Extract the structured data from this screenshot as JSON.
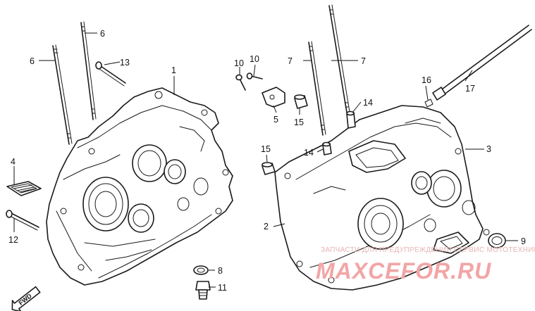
{
  "callouts": [
    {
      "id": "c1",
      "text": "1"
    },
    {
      "id": "c2",
      "text": "2"
    },
    {
      "id": "c3",
      "text": "3"
    },
    {
      "id": "c4",
      "text": "4"
    },
    {
      "id": "c5",
      "text": "5"
    },
    {
      "id": "c6a",
      "text": "6"
    },
    {
      "id": "c6b",
      "text": "6"
    },
    {
      "id": "c7a",
      "text": "7"
    },
    {
      "id": "c7b",
      "text": "7"
    },
    {
      "id": "c8",
      "text": "8"
    },
    {
      "id": "c9",
      "text": "9"
    },
    {
      "id": "c10a",
      "text": "10"
    },
    {
      "id": "c10b",
      "text": "10"
    },
    {
      "id": "c11",
      "text": "11"
    },
    {
      "id": "c12",
      "text": "12"
    },
    {
      "id": "c13",
      "text": "13"
    },
    {
      "id": "c14a",
      "text": "14"
    },
    {
      "id": "c14b",
      "text": "14"
    },
    {
      "id": "c15a",
      "text": "15"
    },
    {
      "id": "c15b",
      "text": "15"
    },
    {
      "id": "c16",
      "text": "16"
    },
    {
      "id": "c17",
      "text": "17"
    }
  ],
  "direction_marker": "FWD",
  "watermark": {
    "small_text": "ЗАПЧАСТИ ДЛЯ ПРЕДУПРЕЖДЕНИЯ СЕРВИС МОТОТЕХНИКИ",
    "brand": "MAXCEFOR.RU"
  }
}
